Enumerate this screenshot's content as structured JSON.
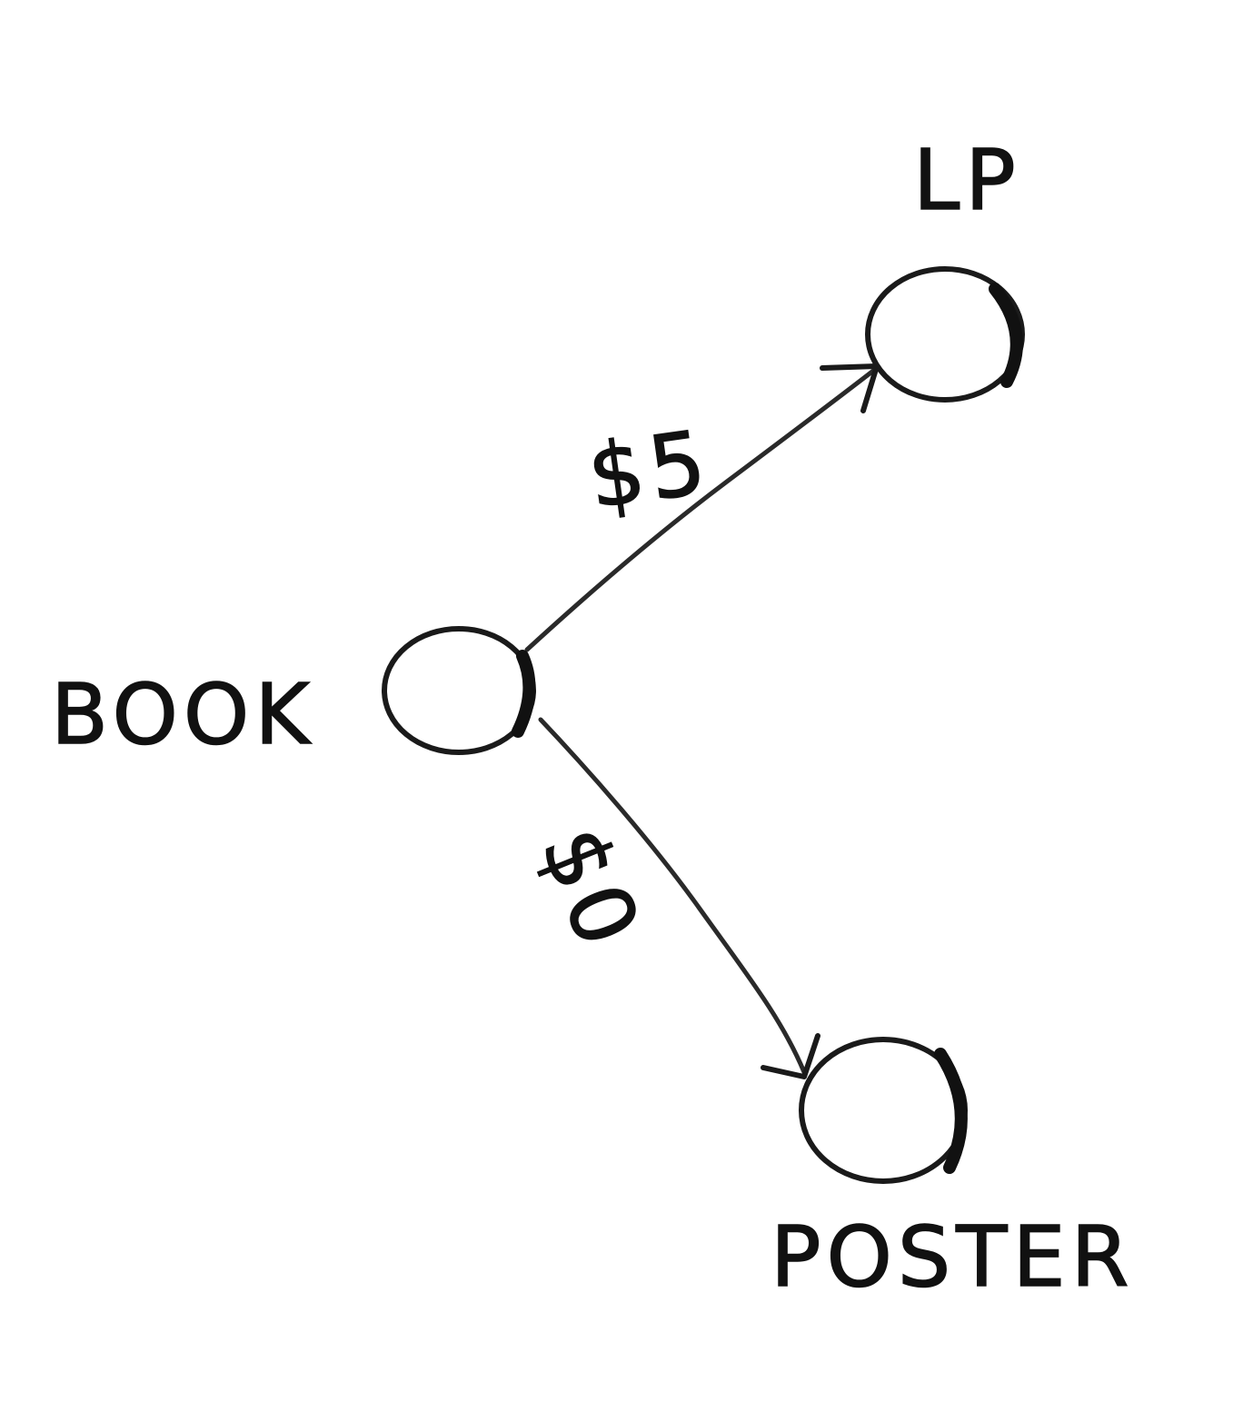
{
  "diagram": {
    "nodes": [
      {
        "id": "book",
        "label": "BOOK"
      },
      {
        "id": "lp",
        "label": "LP"
      },
      {
        "id": "poster",
        "label": "POSTER"
      }
    ],
    "edges": [
      {
        "from": "book",
        "to": "lp",
        "label": "$5"
      },
      {
        "from": "book",
        "to": "poster",
        "label": "$0"
      }
    ],
    "line_color": "#1a1a1a",
    "background": "#ffffff"
  }
}
